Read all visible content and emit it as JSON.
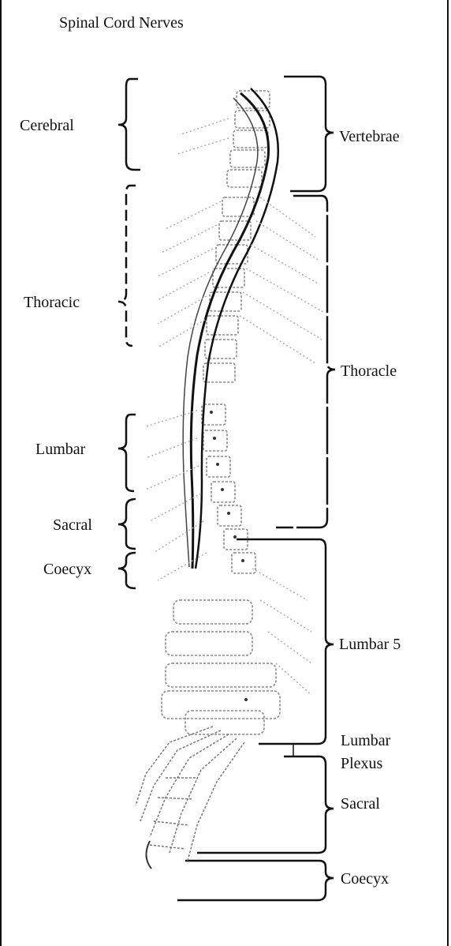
{
  "title": "Spinal Cord Nerves",
  "left_labels": {
    "cerebral": "Cerebral",
    "thoracic": "Thoracic",
    "lumbar": "Lumbar",
    "sacral": "Sacral",
    "coccyx": "Coecyx"
  },
  "right_labels": {
    "vertebrae": "Vertebrae",
    "thoracle": "Thoracle",
    "lumbar5": "Lumbar 5",
    "lumbar_plexus_line1": "Lumbar",
    "lumbar_plexus_line2": "Plexus",
    "sacral": "Sacral",
    "coccyx": "Coecyx"
  },
  "colors": {
    "ink": "#111111",
    "faint": "#9a9a9a",
    "background": "#ffffff"
  }
}
